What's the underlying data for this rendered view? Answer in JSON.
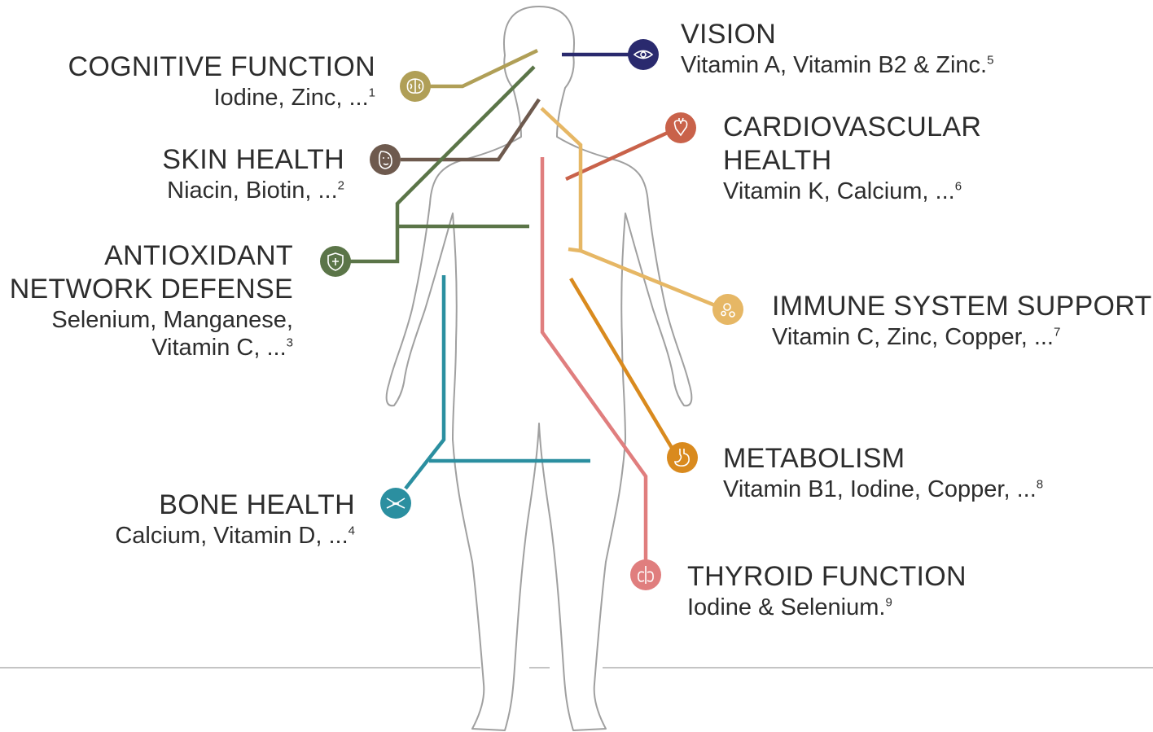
{
  "categories": {
    "vision": {
      "title": "VISION",
      "nutrients": "Vitamin A, Vitamin B2 & Zinc.",
      "ref": "5",
      "color": "#2a2a6e",
      "icon": "eye-icon"
    },
    "cognitive": {
      "title": "COGNITIVE FUNCTION",
      "nutrients": "Iodine, Zinc, ...",
      "ref": "1",
      "color": "#b09f57",
      "icon": "brain-icon"
    },
    "cardio": {
      "title_line1": "CARDIOVASCULAR",
      "title_line2": "HEALTH",
      "nutrients": "Vitamin K, Calcium, ...",
      "ref": "6",
      "color": "#c9624a",
      "icon": "heart-icon"
    },
    "skin": {
      "title": "SKIN HEALTH",
      "nutrients": "Niacin, Biotin, ...",
      "ref": "2",
      "color": "#6e5a4e",
      "icon": "face-icon"
    },
    "antioxidant": {
      "title_line1": "ANTIOXIDANT",
      "title_line2": "NETWORK DEFENSE",
      "nutrients_line1": "Selenium, Manganese,",
      "nutrients_line2": "Vitamin C, ...",
      "ref": "3",
      "color": "#5b7548",
      "icon": "shield-icon"
    },
    "immune": {
      "title": "IMMUNE SYSTEM SUPPORT",
      "nutrients": "Vitamin C, Zinc, Copper, ...",
      "ref": "7",
      "color": "#e6b765",
      "icon": "cells-icon"
    },
    "metabolism": {
      "title": "METABOLISM",
      "nutrients": "Vitamin B1, Iodine, Copper, ...",
      "ref": "8",
      "color": "#d98a1e",
      "icon": "stomach-icon"
    },
    "bone": {
      "title": "BONE HEALTH",
      "nutrients": "Calcium, Vitamin D, ...",
      "ref": "4",
      "color": "#2b8fa0",
      "icon": "bone-joint-icon"
    },
    "thyroid": {
      "title": "THYROID FUNCTION",
      "nutrients": "Iodine & Selenium.",
      "ref": "9",
      "color": "#e07e7e",
      "icon": "thyroid-icon"
    }
  },
  "body_color": "#9a9a9a",
  "divider_color": "#bdbdbd"
}
